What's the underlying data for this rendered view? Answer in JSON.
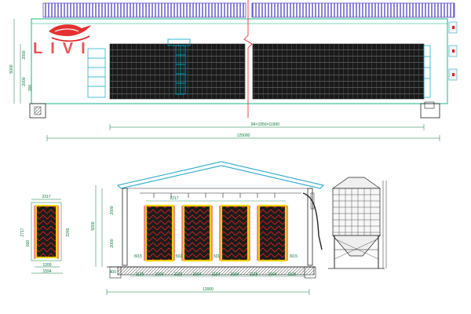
{
  "logo": {
    "brand": "LIVI"
  },
  "colors": {
    "roof": "#5a4fc8",
    "frame": "#00b07a",
    "cage_dark": "#111111",
    "cage_yellow": "#f2d200",
    "cage_red": "#e02020",
    "dimension": "#0a7a3a",
    "logo_red": "#e21b1b",
    "roof_section": "#2aa7c9"
  },
  "top_view": {
    "height_labels": [
      "5000",
      "2000",
      "2000",
      "300"
    ],
    "cage_length_label": "84×1050×11900",
    "total_length_label": "125000"
  },
  "end_view": {
    "width_label": "2317",
    "height_labels": [
      "2717",
      "3245"
    ],
    "mid_label": "600",
    "bottom_labels": [
      "1200",
      "1594"
    ]
  },
  "section_view": {
    "top_width_label": "2217",
    "left_height_labels": [
      "2000",
      "5000",
      "2000"
    ],
    "side_labels": [
      "8/15",
      "8/15"
    ],
    "gap_labels": [
      "502",
      "501"
    ],
    "bay_labels": [
      "1125",
      "1594",
      "1125",
      "1594",
      "1124",
      "1594",
      "1125",
      "1594",
      "1125"
    ],
    "floor_label": "400",
    "overall_label": "12000"
  }
}
